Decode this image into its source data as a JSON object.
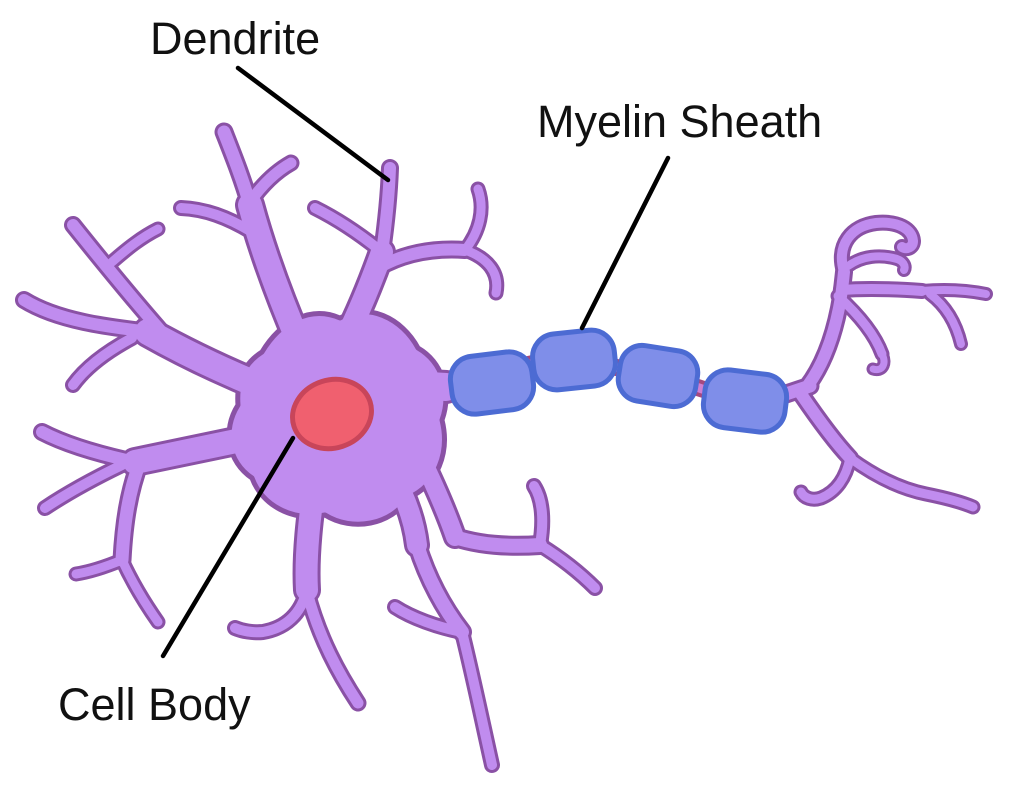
{
  "diagram": {
    "type": "labeled-biology-diagram",
    "subject": "Neuron",
    "labels": {
      "dendrite": "Dendrite",
      "myelin_sheath": "Myelin Sheath",
      "cell_body": "Cell Body"
    },
    "myelin_segment_count": 4,
    "colors": {
      "background": "#FFFFFF",
      "neuron_fill": "#C08CEF",
      "neuron_outline": "#8A51A5",
      "nucleus_fill": "#F0606F",
      "nucleus_outline": "#C8455A",
      "myelin_fill": "#7F8EE9",
      "myelin_outline": "#4C6BD3",
      "axon_fill": "#CF7FD3",
      "axon_outline": "#A5497F",
      "label_text": "#111111",
      "leader_line": "#000000"
    }
  }
}
